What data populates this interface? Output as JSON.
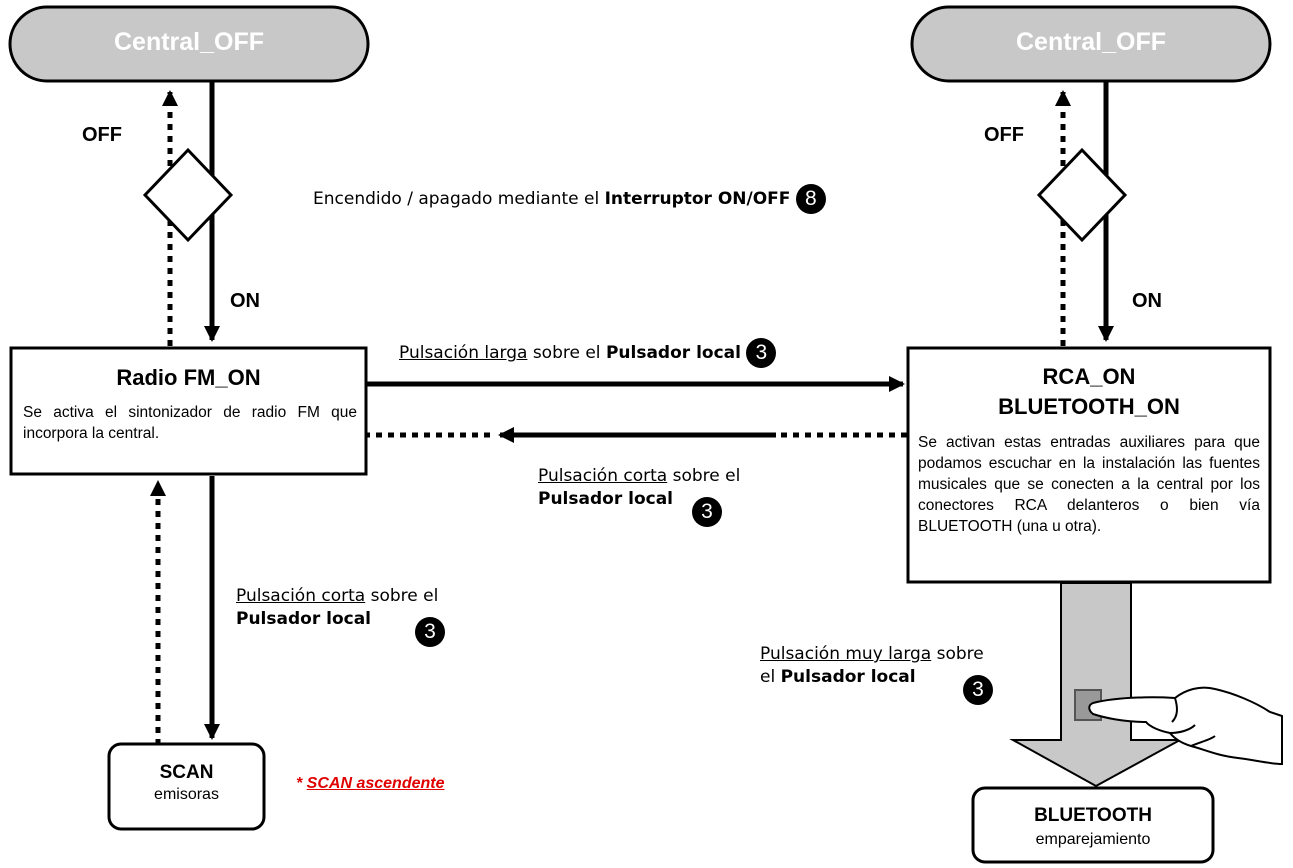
{
  "colors": {
    "pill_fill": "#c8c8c8",
    "stroke": "#000000",
    "gray_arrow": "#c8c8c8",
    "note_red": "#e00000"
  },
  "nodes": {
    "central_off_left": "Central_OFF",
    "central_off_right": "Central_OFF",
    "radio_fm": {
      "title": "Radio FM_ON",
      "text": "Se activa el sintonizador de radio FM que incorpora la central."
    },
    "rca_bt": {
      "title_line1": "RCA_ON",
      "title_line2": "BLUETOOTH_ON",
      "text": "Se activan estas entradas auxiliares para que podamos escuchar en la instalación las fuentes musicales que se conecten a la central por los conectores RCA delanteros o bien vía BLUETOOTH (una u otra)."
    },
    "scan": {
      "title": "SCAN",
      "sub": "emisoras"
    },
    "bluetooth_pair": {
      "title": "BLUETOOTH",
      "sub": "emparejamiento"
    }
  },
  "labels": {
    "off_left": "OFF",
    "on_left": "ON",
    "off_right": "OFF",
    "on_right": "ON",
    "switch": {
      "prefix": "Encendido / apagado mediante el ",
      "bold": "Interruptor ON/OFF",
      "badge": "8"
    },
    "long_press": {
      "underline": "Pulsación larga",
      "mid": " sobre el ",
      "bold": "Pulsador local",
      "badge": "3"
    },
    "short_press_mid": {
      "underline": "Pulsación corta",
      "mid": " sobre el",
      "bold": "Pulsador local",
      "badge": "3"
    },
    "short_press_down": {
      "underline": "Pulsación corta",
      "mid": " sobre el",
      "bold": "Pulsador local",
      "badge": "3"
    },
    "very_long_press": {
      "underline": "Pulsación muy larga",
      "mid": " sobre",
      "line2_prefix": "el ",
      "bold": "Pulsador local",
      "badge": "3"
    },
    "scan_note": {
      "star": "* ",
      "text": "SCAN ascendente"
    }
  }
}
